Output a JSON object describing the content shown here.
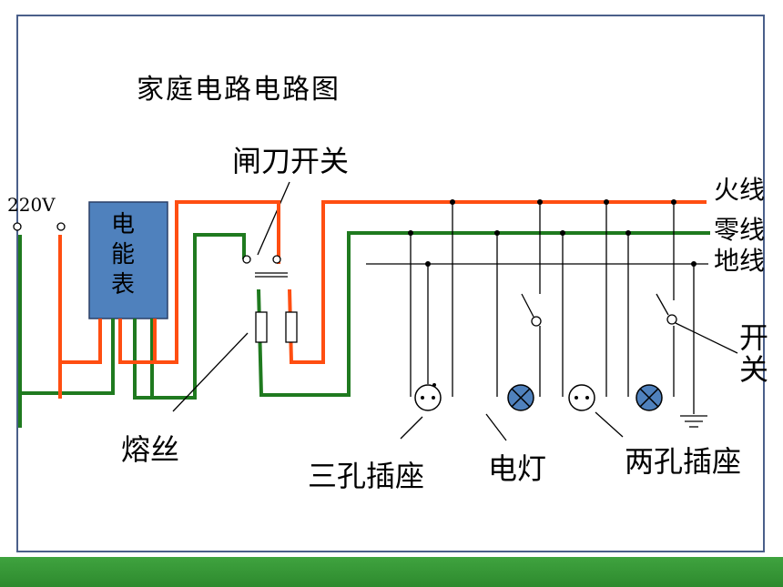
{
  "title": "家庭电路电路图",
  "labels": {
    "knife_switch": "闸刀开关",
    "voltage": "220V",
    "meter": [
      "电",
      "能",
      "表"
    ],
    "live_wire": "火线",
    "neutral_wire": "零线",
    "ground_wire": "地线",
    "switch": [
      "开",
      "关"
    ],
    "fuse": "熔丝",
    "three_hole_socket": "三孔插座",
    "lamp": "电灯",
    "two_hole_socket": "两孔插座"
  },
  "colors": {
    "live_wire": "#ff4e11",
    "neutral_wire": "#1f7a1f",
    "meter_fill": "#4f81bd",
    "frame_border": "#4a5f8a",
    "bottom_bar": "#2e8a2e"
  }
}
